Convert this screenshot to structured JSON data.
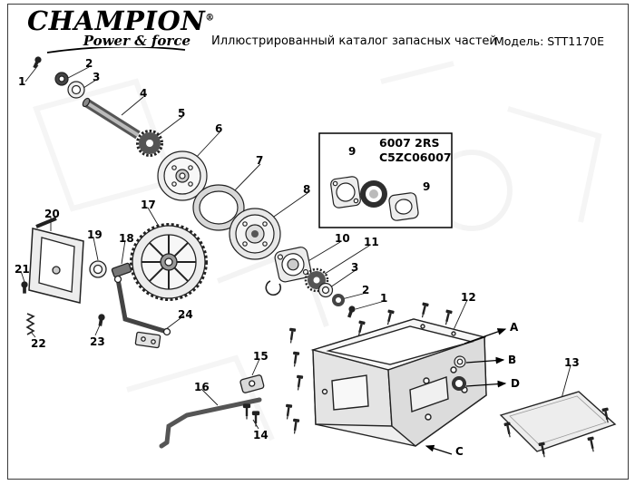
{
  "logo": {
    "brand": "CHAMPION",
    "registered": "®",
    "tagline": "Power & force"
  },
  "header": {
    "title": "Иллюстрированный каталог запасных частей",
    "model_label": "Модель: STT1170E"
  },
  "inset_box": {
    "line1": "6007 2RS",
    "line2": "C5ZC06007"
  },
  "callouts": [
    {
      "label": "1"
    },
    {
      "label": "2"
    },
    {
      "label": "3"
    },
    {
      "label": "4"
    },
    {
      "label": "5"
    },
    {
      "label": "6"
    },
    {
      "label": "7"
    },
    {
      "label": "8"
    },
    {
      "label": "9"
    },
    {
      "label": "9"
    },
    {
      "label": "10"
    },
    {
      "label": "11"
    },
    {
      "label": "3"
    },
    {
      "label": "2"
    },
    {
      "label": "1"
    },
    {
      "label": "12"
    },
    {
      "label": "13"
    },
    {
      "label": "14"
    },
    {
      "label": "15"
    },
    {
      "label": "16"
    },
    {
      "label": "17"
    },
    {
      "label": "18"
    },
    {
      "label": "19"
    },
    {
      "label": "20"
    },
    {
      "label": "21"
    },
    {
      "label": "22"
    },
    {
      "label": "23"
    },
    {
      "label": "24"
    },
    {
      "label": "A"
    },
    {
      "label": "B"
    },
    {
      "label": "C"
    },
    {
      "label": "D"
    }
  ]
}
